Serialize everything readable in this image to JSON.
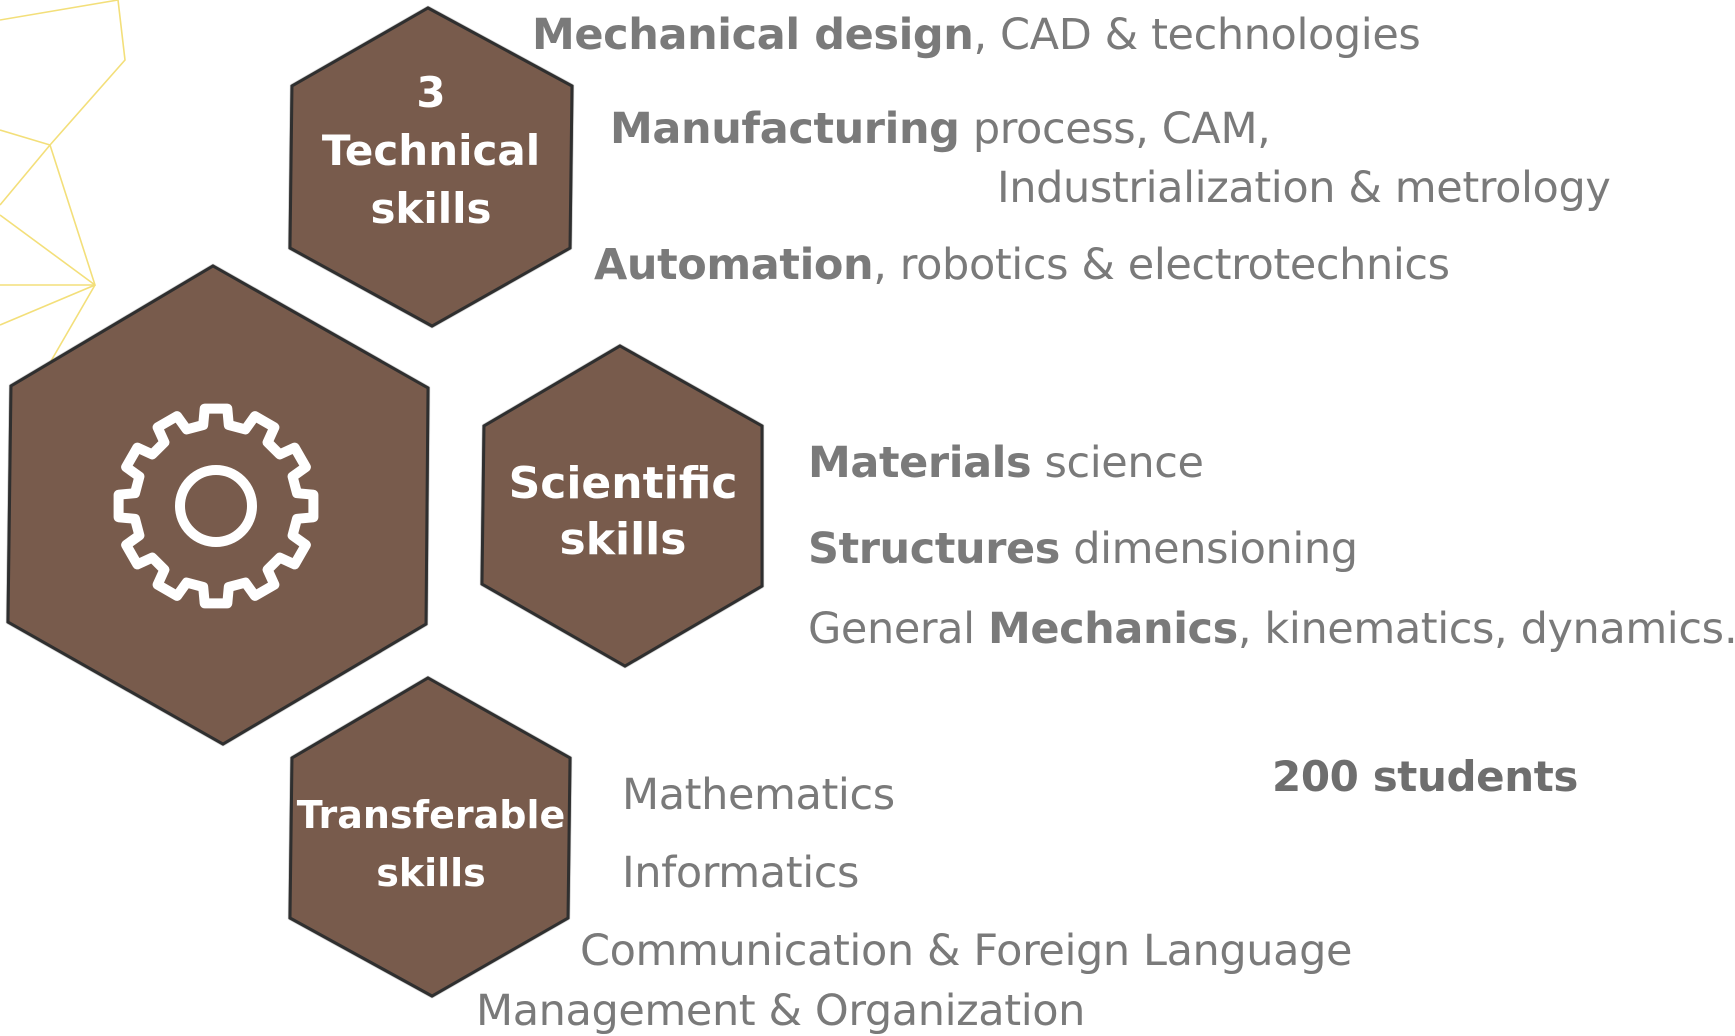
{
  "colors": {
    "hex_fill": "#785b4c",
    "hex_stroke": "#2f2f2f",
    "text": "#7a7a7a",
    "accent_decoration": "#f3df7a",
    "icon": "#ffffff"
  },
  "hub": {
    "icon": "gear-icon"
  },
  "technical": {
    "label_count": "3",
    "label_line1": "Technical",
    "label_line2": "skills",
    "items": [
      {
        "bold": "Mechanical design",
        "rest": ", CAD & technologies"
      },
      {
        "bold": "Manufacturing",
        "rest": " process, CAM,",
        "cont": "Industrialization & metrology"
      },
      {
        "bold": "Automation",
        "rest": ", robotics & electrotechnics"
      }
    ]
  },
  "scientific": {
    "label_line1": "Scientific",
    "label_line2": "skills",
    "items": [
      {
        "bold": "Materials",
        "rest": " science"
      },
      {
        "bold": "Structures",
        "rest": " dimensioning"
      },
      {
        "pre": "General ",
        "bold": "Mechanics",
        "rest": ", kinematics, dynamics…"
      }
    ]
  },
  "transferable": {
    "label_line1": "Transferable",
    "label_line2": "skills",
    "items": [
      "Mathematics",
      "Informatics",
      "Communication & Foreign Language",
      "Management & Organization"
    ]
  },
  "stat": "200 students"
}
